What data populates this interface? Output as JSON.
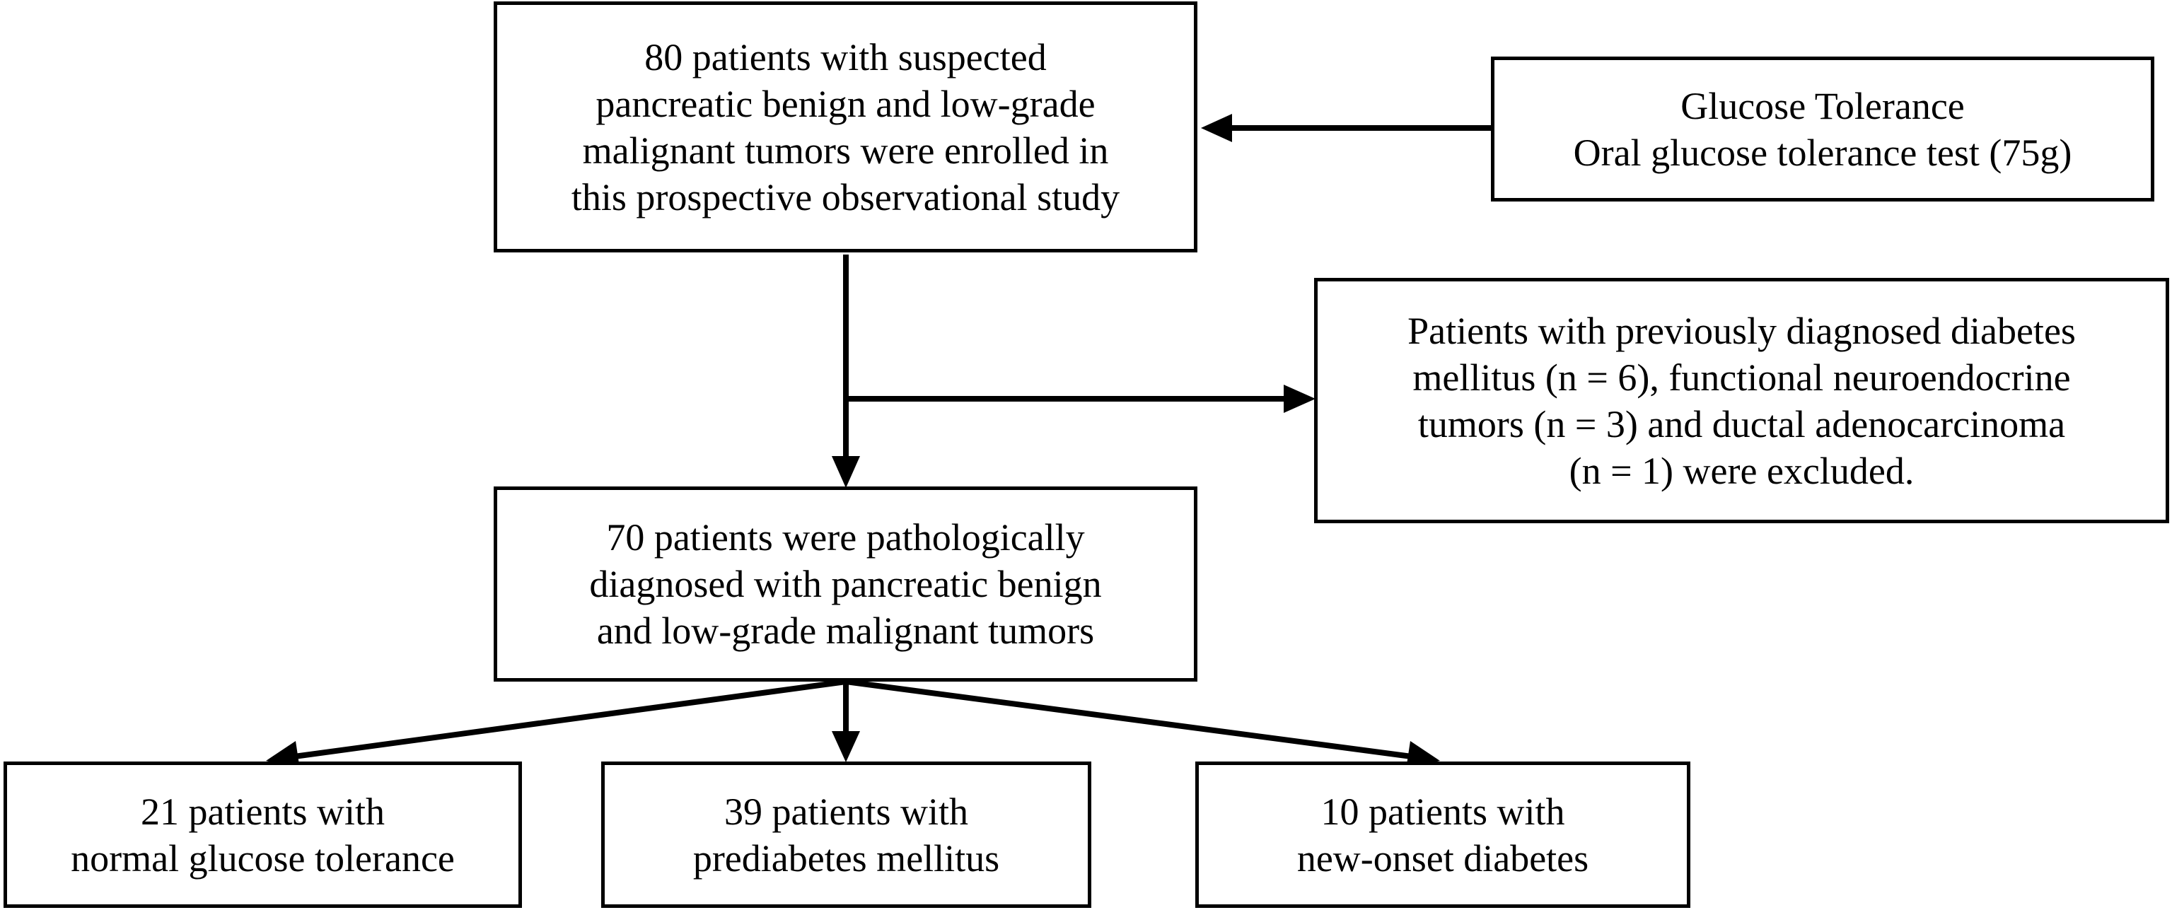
{
  "diagram": {
    "enrollment_box": {
      "lines": [
        "80 patients with suspected",
        "pancreatic benign and low-grade",
        "malignant tumors were enrolled in",
        "this prospective observational study"
      ]
    },
    "glucose_box": {
      "lines": [
        "Glucose Tolerance",
        "Oral glucose tolerance test (75g)"
      ]
    },
    "exclusion_box": {
      "lines": [
        "Patients with previously diagnosed diabetes",
        "mellitus (n = 6), functional neuroendocrine",
        "tumors (n = 3) and ductal adenocarcinoma",
        "(n = 1) were excluded."
      ]
    },
    "diagnosed_box": {
      "lines": [
        "70 patients were pathologically",
        "diagnosed with pancreatic benign",
        "and low-grade malignant tumors"
      ]
    },
    "outcome_boxes": [
      {
        "lines": [
          "21 patients with",
          "normal glucose tolerance"
        ]
      },
      {
        "lines": [
          "39 patients with",
          "prediabetes mellitus"
        ]
      },
      {
        "lines": [
          "10 patients with",
          "new-onset diabetes"
        ]
      }
    ]
  }
}
